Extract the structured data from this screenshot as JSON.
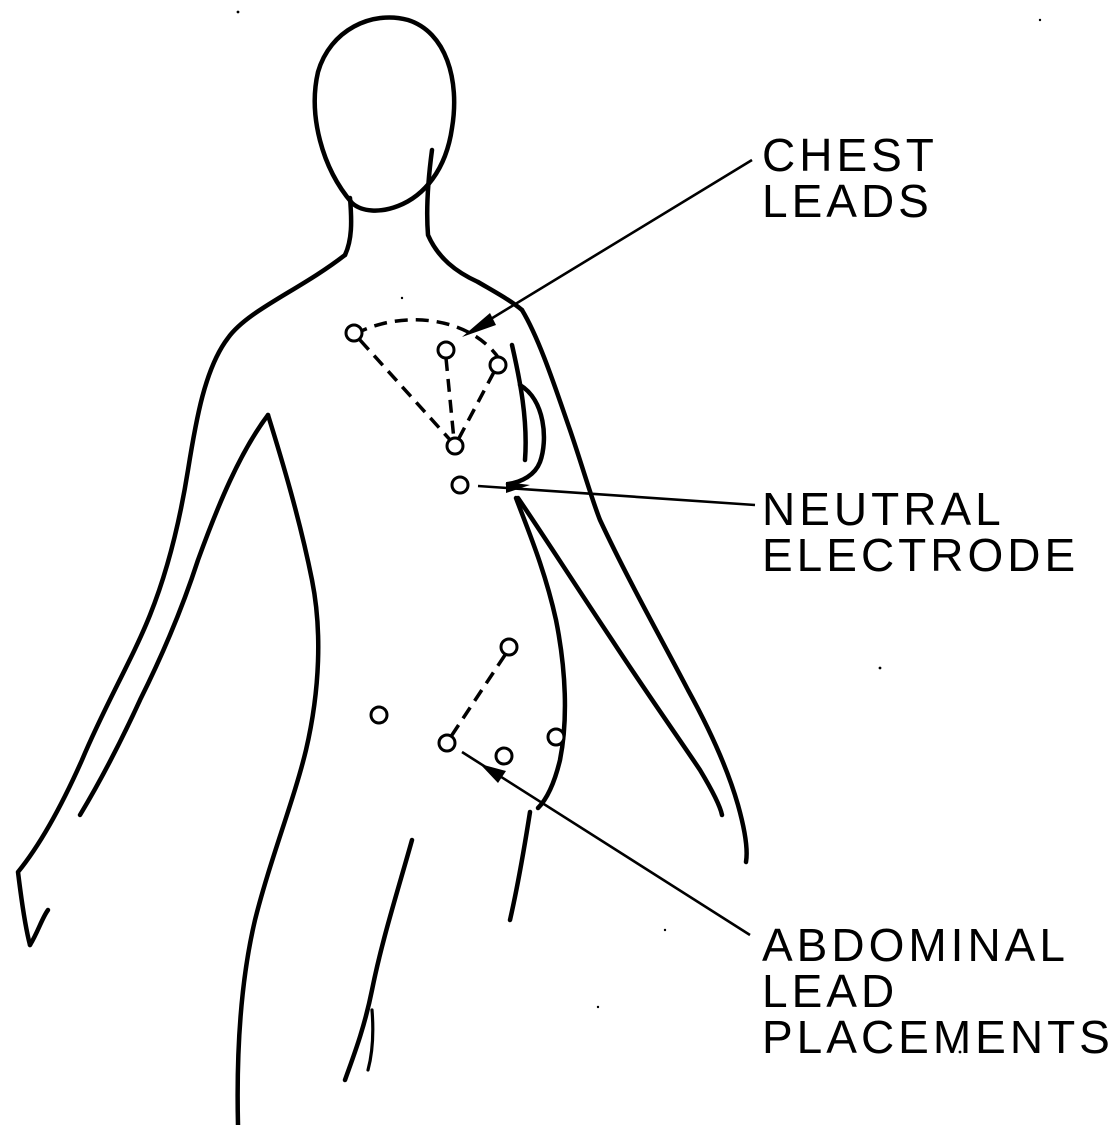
{
  "labels": {
    "chest_leads": [
      "CHEST",
      "LEADS"
    ],
    "neutral_electrode": [
      "NEUTRAL",
      "ELECTRODE"
    ],
    "abdominal_lead_placements": [
      "ABDOMINAL",
      "LEAD",
      "PLACEMENTS"
    ]
  },
  "colors": {
    "ink": "#000000",
    "background": "#ffffff"
  }
}
